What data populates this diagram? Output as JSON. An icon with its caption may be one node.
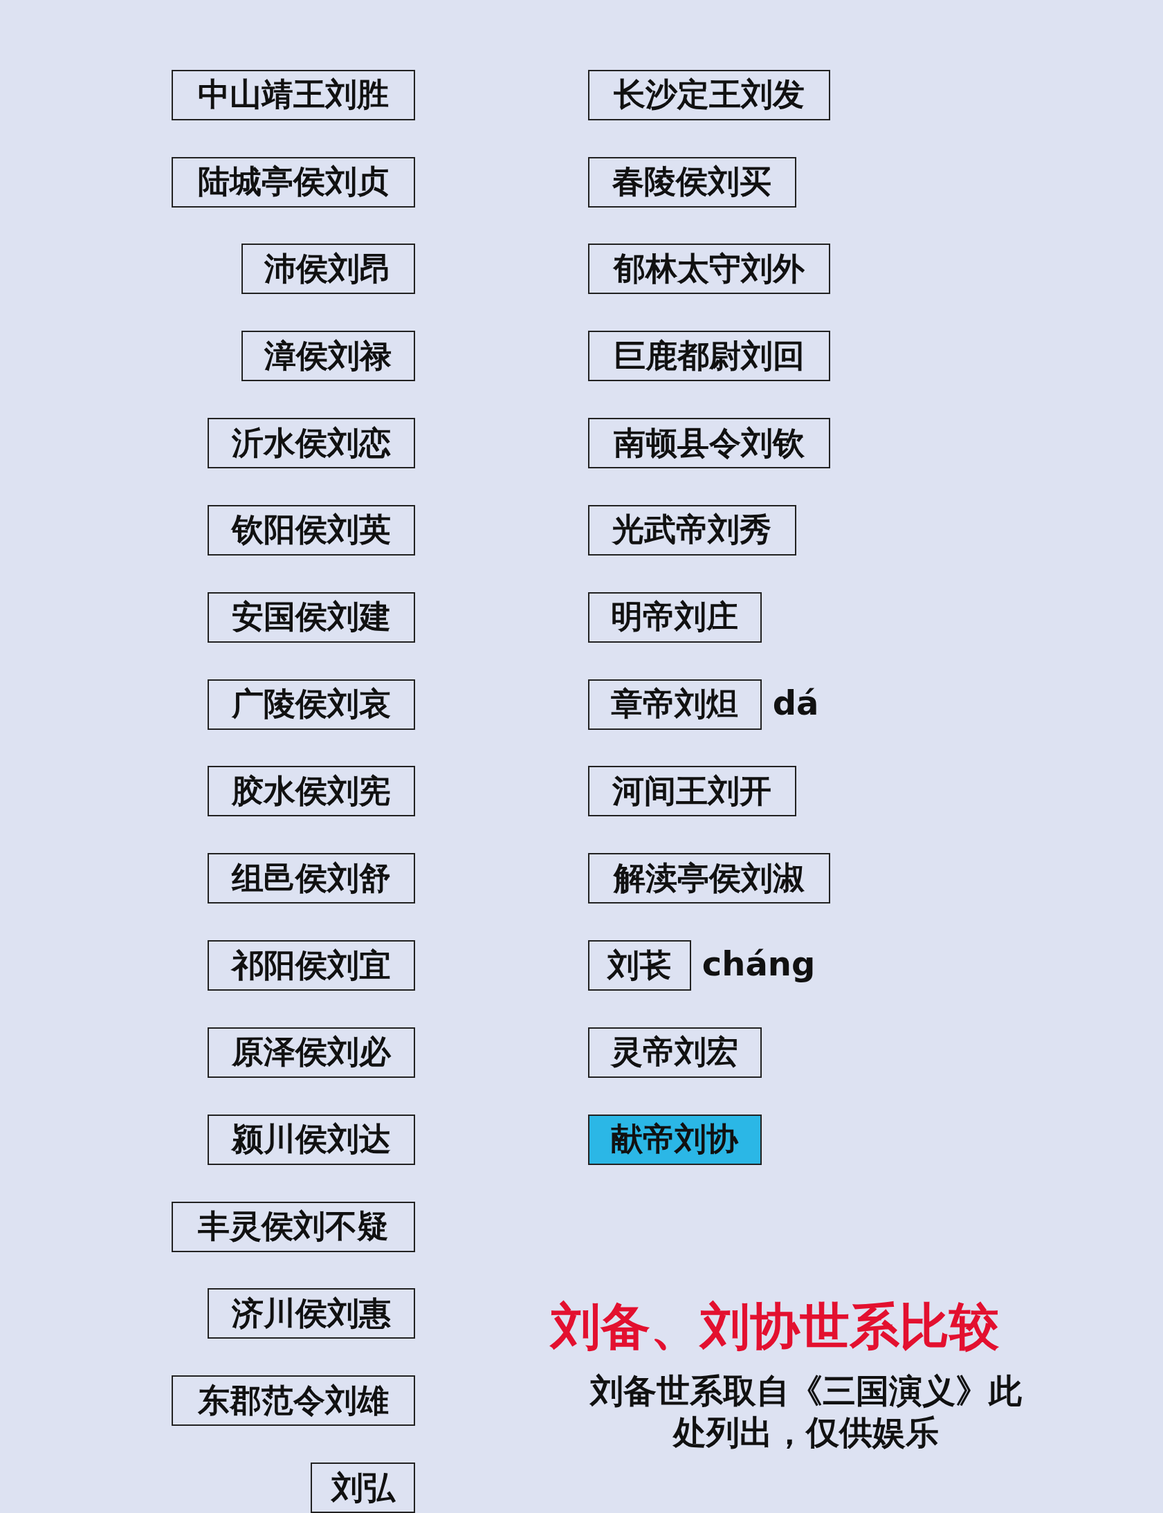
{
  "diagram": {
    "title": "刘备、刘协世系比较",
    "nodes": [
      {
        "text": [
          "中山靖王刘胜"
        ]
      },
      {
        "text": [
          "陆城亭侯刘贞"
        ]
      },
      {
        "text": [
          "沛侯刘昂"
        ]
      },
      {
        "text": [
          "漳侯刘禄"
        ]
      },
      {
        "text": [
          "沂水侯刘恋"
        ]
      },
      {
        "text": [
          "钦阳侯刘英"
        ]
      },
      {
        "text": [
          "安国侯刘建"
        ]
      },
      {
        "text": [
          "广陵侯刘哀"
        ]
      },
      {
        "text": [
          "胶水侯刘宪"
        ]
      },
      {
        "text": [
          "组邑侯刘舒"
        ]
      },
      {
        "text": [
          "祁阳侯刘宜"
        ]
      },
      {
        "text": [
          "原泽侯刘必"
        ]
      },
      {
        "text": [
          "颍川侯刘达"
        ]
      },
      {
        "text": [
          "丰灵侯刘不疑"
        ]
      },
      {
        "text": [
          "济川侯刘惠"
        ]
      },
      {
        "text": [
          "东郡范令刘雄"
        ]
      },
      {
        "text": [
          "刘弘"
        ]
      },
      {
        "text": [
          "长沙定王刘发"
        ]
      },
      {
        "text": [
          "春陵侯刘买"
        ]
      },
      {
        "text": [
          "郁林太守刘外"
        ]
      },
      {
        "text": [
          "巨鹿都尉刘回"
        ]
      },
      {
        "text": [
          "南顿县令刘钦"
        ]
      },
      {
        "text": [
          "光武帝刘秀"
        ]
      },
      {
        "text": [
          "明帝刘庄"
        ]
      },
      {
        "text": [
          "章帝刘炟"
        ],
        "beside": [
          "dá"
        ]
      },
      {
        "text": [
          "河间王刘开"
        ]
      },
      {
        "text": [
          "解渎亭侯刘淑"
        ]
      },
      {
        "text": [
          "刘苌"
        ],
        "beside": [
          "cháng"
        ]
      },
      {
        "text": [
          "灵帝刘宏"
        ]
      },
      {
        "text": [
          "献帝刘协"
        ]
      }
    ],
    "edges": [],
    "labels": [
      "刘备世系取自《三国演义》此处列出，仅供娱乐"
    ]
  }
}
